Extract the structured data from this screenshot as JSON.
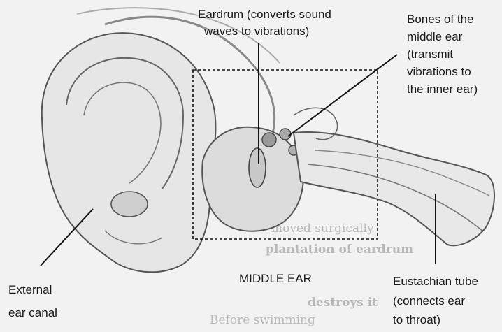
{
  "labels": {
    "eardrum": [
      "Eardrum (converts sound",
      "waves to vibrations)"
    ],
    "bones": [
      "Bones of the",
      "middle ear",
      "(transmit",
      "vibrations to",
      "the inner ear)"
    ],
    "external": [
      "External",
      "ear canal"
    ],
    "middle_ear": "MIDDLE EAR",
    "eustachian": [
      "Eustachian tube",
      "(connects ear",
      "to throat)"
    ]
  },
  "background_text": [
    "moved surgically",
    "plantation of eardrum",
    "destroys it",
    "Before swimming"
  ],
  "colors": {
    "background": "#f2f2f2",
    "ear_fill": "#e9e9e9",
    "ear_line": "#555555",
    "leader_line": "#111111"
  }
}
